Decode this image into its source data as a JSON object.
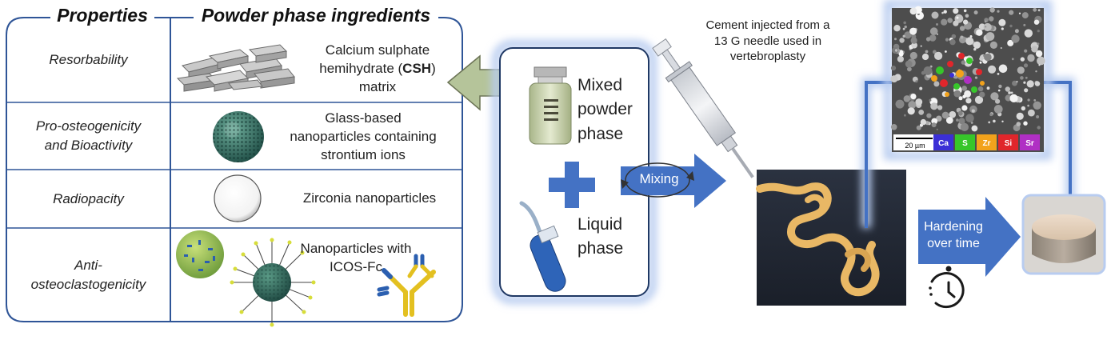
{
  "table": {
    "header_properties": "Properties",
    "header_ingredients": "Powder phase ingredients",
    "rows": [
      {
        "property_lines": [
          "Resorbability"
        ],
        "ingredient_html": "Calcium sulphate<br>hemihydrate (<b>CSH</b>)<br>matrix"
      },
      {
        "property_lines": [
          "Pro-osteogenicity",
          "and Bioactivity"
        ],
        "ingredient_html": "Glass-based<br>nanoparticles containing<br>strontium ions"
      },
      {
        "property_lines": [
          "Radiopacity"
        ],
        "ingredient_html": "Zirconia nanoparticles"
      },
      {
        "property_lines": [
          "Anti-",
          "osteoclastogenicity"
        ],
        "ingredient_html": "Nanoparticles with<br>ICOS-Fc"
      }
    ]
  },
  "mixture": {
    "powder_lines": [
      "Mixed",
      "powder",
      "phase"
    ],
    "liquid_lines": [
      "Liquid",
      "phase"
    ],
    "mixing_label": "Mixing"
  },
  "injection": {
    "caption_lines": [
      "Cement injected from a",
      "13 G needle used in",
      "vertebroplasty"
    ]
  },
  "sem": {
    "scale_label": "20 µm",
    "elements": [
      {
        "symbol": "Ca",
        "color": "#3b2fd6"
      },
      {
        "symbol": "S",
        "color": "#37c62a"
      },
      {
        "symbol": "Zr",
        "color": "#f2a21c"
      },
      {
        "symbol": "Si",
        "color": "#e0262b"
      },
      {
        "symbol": "Sr",
        "color": "#b02fc4"
      }
    ]
  },
  "hardening": {
    "label_lines": [
      "Hardening",
      "over time"
    ]
  },
  "colors": {
    "accent_blue": "#4472c4",
    "navy_frame": "#2f5597",
    "glow": "#b8ccf0",
    "cement": "#e9b865",
    "gray_arrow": "#b5c49a"
  }
}
